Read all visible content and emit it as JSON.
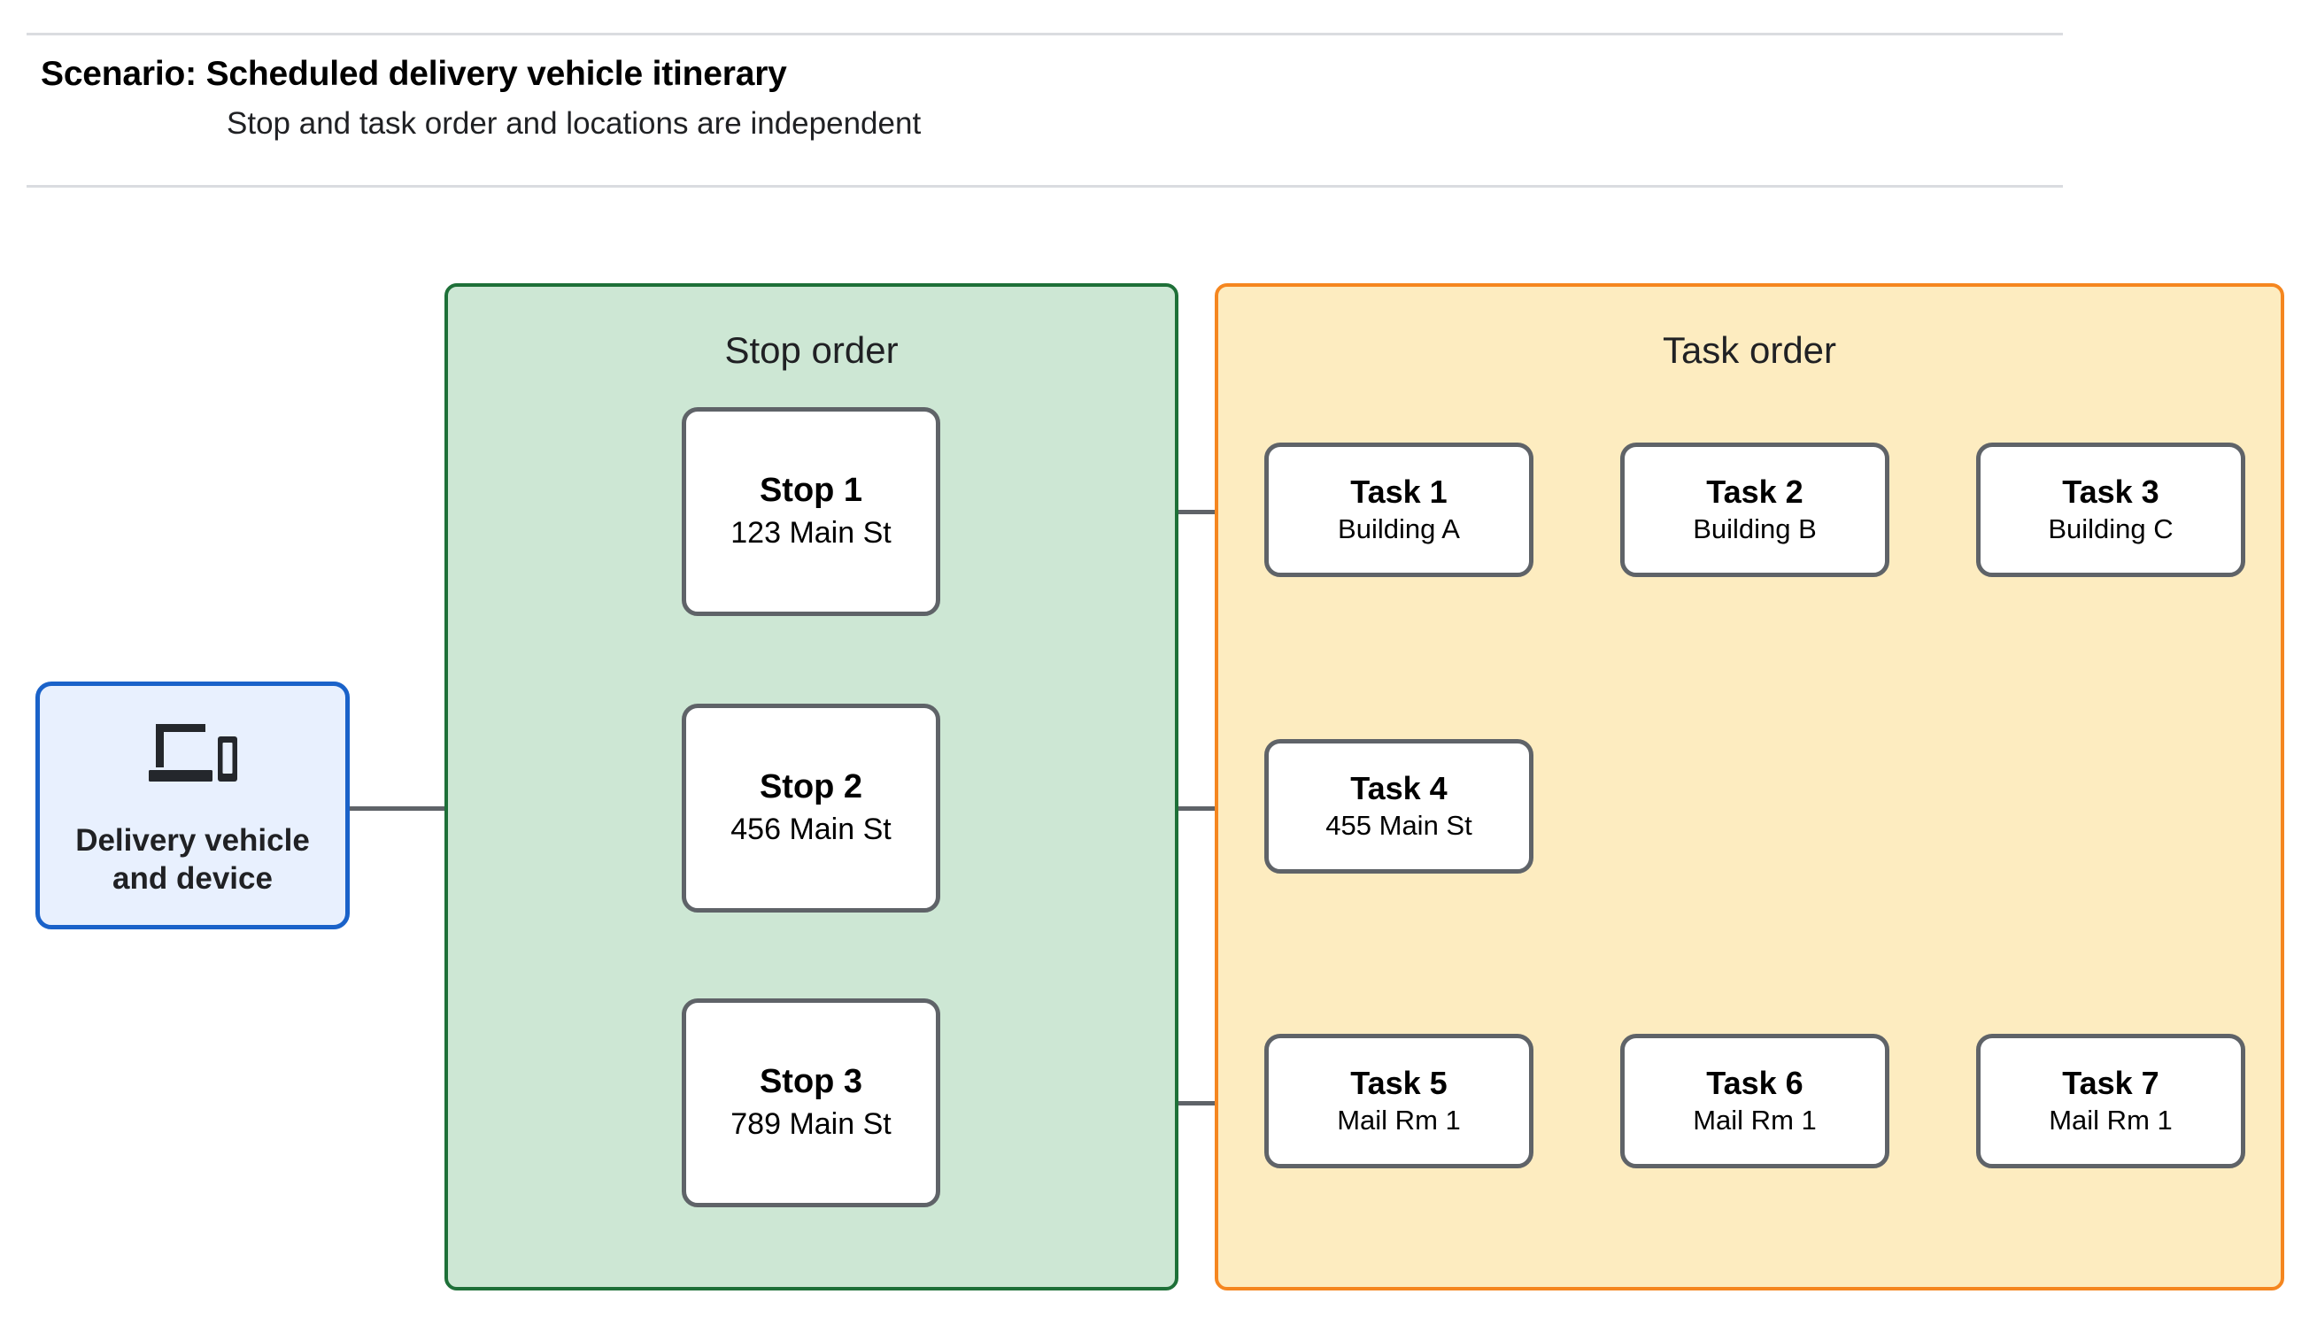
{
  "header": {
    "title": "Scenario: Scheduled delivery vehicle itinerary",
    "subtitle": "Stop and task order and locations are independent"
  },
  "device": {
    "label": "Delivery vehicle\nand device",
    "label_line1": "Delivery vehicle",
    "label_line2": "and device",
    "icon": "devices-icon",
    "border_color": "#1a62c9",
    "fill_color": "#e8f0fe"
  },
  "stop_panel": {
    "title": "Stop order",
    "fill_color": "#cde7d4",
    "border_color": "#1e7038",
    "stops": [
      {
        "title": "Stop 1",
        "address": "123 Main St"
      },
      {
        "title": "Stop 2",
        "address": "456 Main St"
      },
      {
        "title": "Stop 3",
        "address": "789 Main St"
      }
    ]
  },
  "task_panel": {
    "title": "Task order",
    "fill_color": "#fdecc0",
    "border_color": "#f5861f",
    "rows": [
      {
        "tasks": [
          {
            "title": "Task 1",
            "location": "Building A"
          },
          {
            "title": "Task 2",
            "location": "Building B"
          },
          {
            "title": "Task 3",
            "location": "Building C"
          }
        ]
      },
      {
        "tasks": [
          {
            "title": "Task 4",
            "location": "455 Main St"
          }
        ]
      },
      {
        "tasks": [
          {
            "title": "Task 5",
            "location": "Mail Rm 1"
          },
          {
            "title": "Task 6",
            "location": "Mail Rm 1"
          },
          {
            "title": "Task 7",
            "location": "Mail Rm 1"
          }
        ]
      }
    ]
  },
  "connector_color": "#5f6368",
  "divider_color": "#dadce0"
}
